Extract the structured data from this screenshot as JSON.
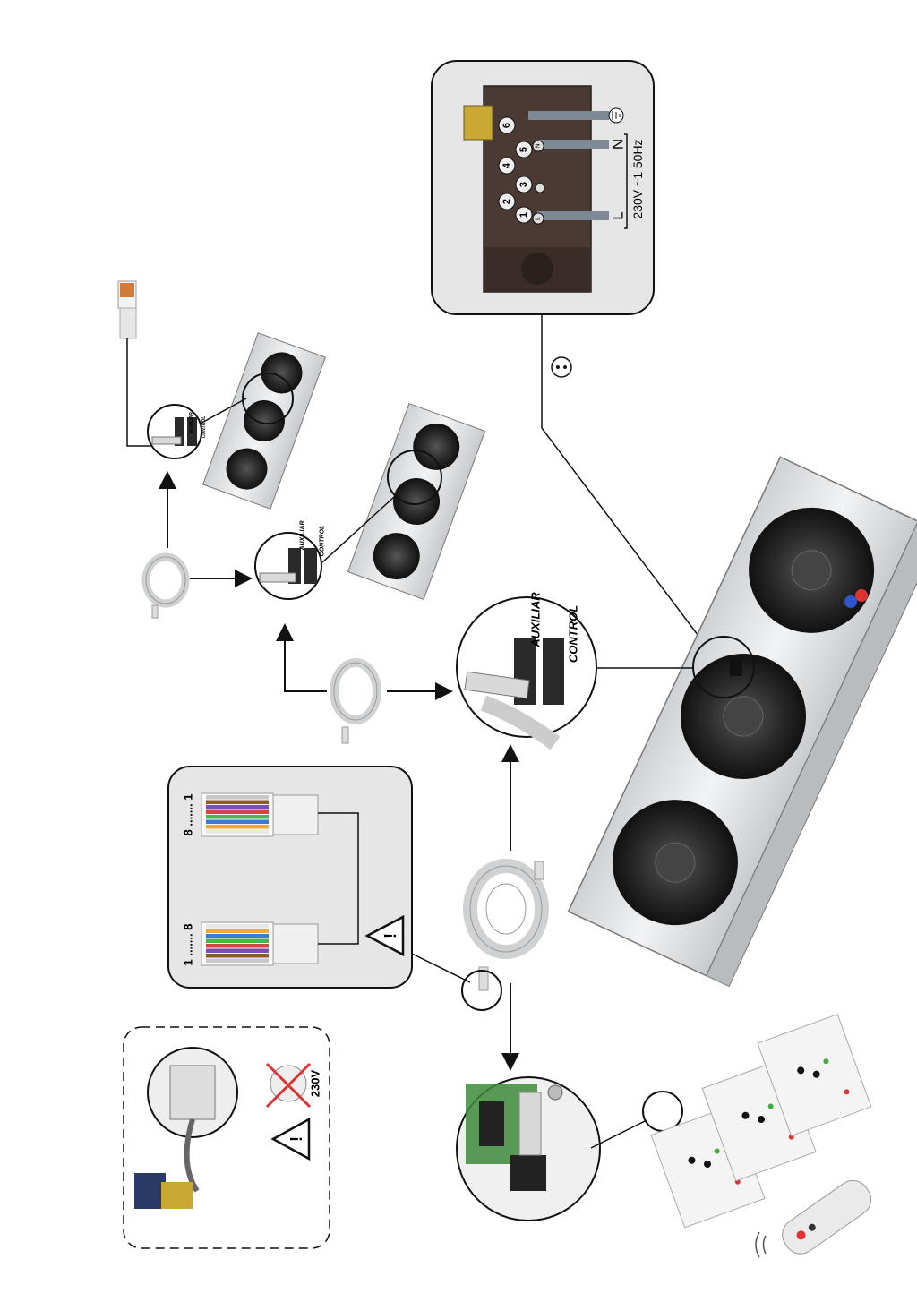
{
  "terminal": {
    "numbers": [
      "6",
      "5",
      "4",
      "3",
      "2",
      "1"
    ],
    "sub_letters": [
      "N",
      "L"
    ],
    "label_L": "L",
    "label_N": "N",
    "voltage": "230V ~1 50Hz"
  },
  "connector": {
    "auxiliar": "AUXILIAR",
    "control": "CONTROL"
  },
  "rj45": {
    "left_pins": "1 ....... 8",
    "right_pins": "8 ....... 1",
    "wire_colors": [
      "#e8e8e8",
      "#f2a93b",
      "#3a7bd5",
      "#4bb54b",
      "#d64545",
      "#7a4fb3",
      "#8a5a2b",
      "#c8c8c8"
    ]
  },
  "warning": {
    "voltage": "230V"
  },
  "colors": {
    "panel_bg": "#e6e6e6",
    "unit_body": "#e4e6e8",
    "fan_dark": "#2a2a2a",
    "terminal_block": "#4a3a33"
  }
}
